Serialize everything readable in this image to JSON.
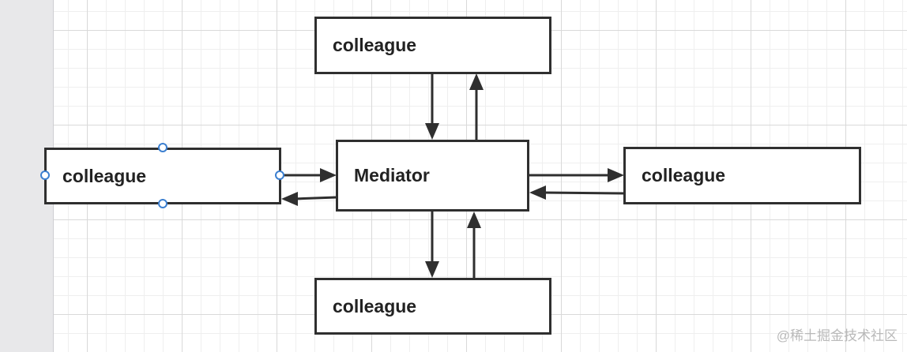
{
  "diagram": {
    "center": {
      "label": "Mediator"
    },
    "nodes": [
      {
        "id": "top",
        "label": "colleague"
      },
      {
        "id": "left",
        "label": "colleague",
        "selected": true
      },
      {
        "id": "right",
        "label": "colleague"
      },
      {
        "id": "bottom",
        "label": "colleague"
      }
    ],
    "edges": [
      {
        "from": "top",
        "to": "Mediator"
      },
      {
        "from": "Mediator",
        "to": "top"
      },
      {
        "from": "left",
        "to": "Mediator"
      },
      {
        "from": "Mediator",
        "to": "left"
      },
      {
        "from": "Mediator",
        "to": "right"
      },
      {
        "from": "right",
        "to": "Mediator"
      },
      {
        "from": "Mediator",
        "to": "bottom"
      },
      {
        "from": "bottom",
        "to": "Mediator"
      }
    ]
  },
  "colors": {
    "stroke": "#2f2f2f",
    "handle": "#3b7fd0",
    "grid": "#d9d9d9",
    "gutter": "#e8e8ea"
  },
  "watermark": "@稀土掘金技术社区"
}
